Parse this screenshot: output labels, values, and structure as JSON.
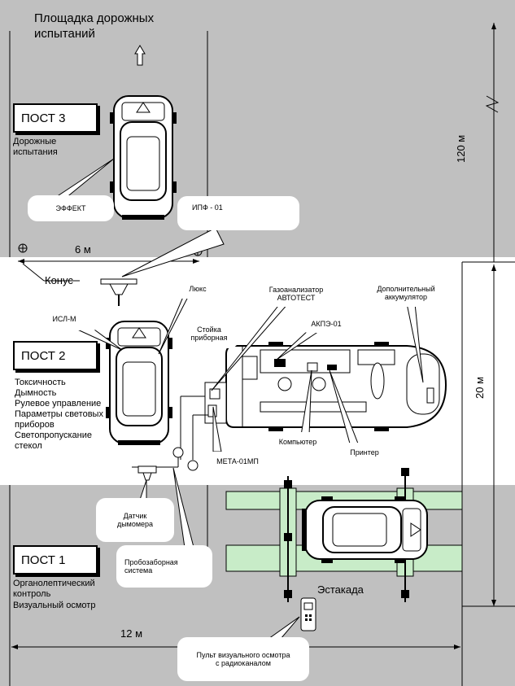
{
  "title_line1": "Площадка дорожных",
  "title_line2": "испытаний",
  "posts": {
    "post3": {
      "label": "ПОСТ 3",
      "desc": [
        "Дорожные",
        "испытания"
      ]
    },
    "post2": {
      "label": "ПОСТ 2",
      "desc": [
        "Токсичность",
        "Дымность",
        "Рулевое управление",
        "Параметры световых",
        "приборов",
        "Светопропускание",
        "стекол"
      ]
    },
    "post1": {
      "label": "ПОСТ 1",
      "desc": [
        "Органолептический",
        "контроль",
        "Визуальный осмотр"
      ]
    }
  },
  "dimensions": {
    "d6m": "6 м",
    "d12m": "12 м",
    "d120m": "120 м",
    "d20m": "20 м"
  },
  "labels": {
    "cone": "Конус",
    "estakada": "Эстакада"
  },
  "callouts": {
    "effekt": "ЭФФЕКТ",
    "ipf": "ИПФ - 01",
    "lux": "Люкс",
    "isl": "ИСЛ-М",
    "stand": [
      "Стойка",
      "приборная"
    ],
    "gas": [
      "Газоанализатор",
      "АВТОТЕСТ"
    ],
    "extra_battery": [
      "Дополнительный",
      "аккумулятор"
    ],
    "akpe": "АКПЭ-01",
    "computer": "Компьютер",
    "printer": "Принтер",
    "meta": "МЕТА-01МП",
    "smoke_sensor": [
      "Датчик",
      "дымомера"
    ],
    "sampling": [
      "Пробозаборная",
      "система"
    ],
    "remote": [
      "Пульт визуального осмотра",
      "с радиоканалом"
    ]
  }
}
